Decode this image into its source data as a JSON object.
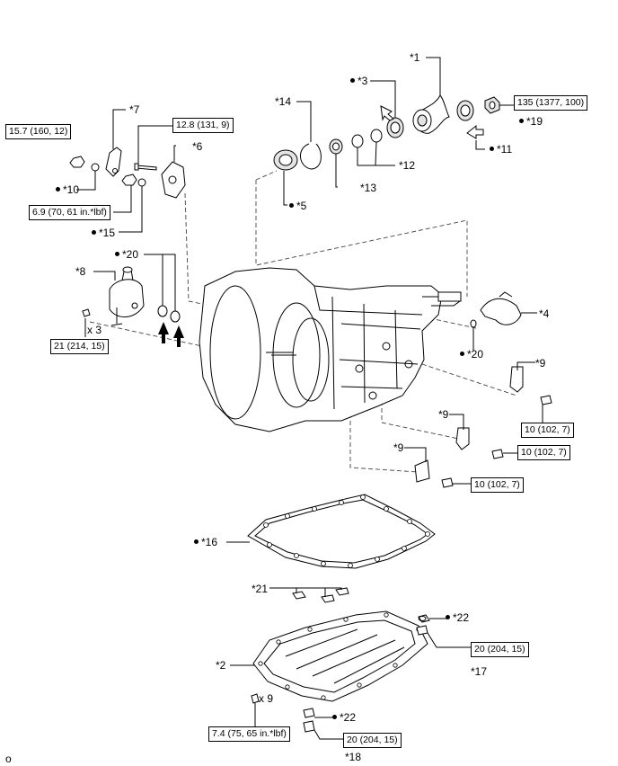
{
  "labels": {
    "l1": "*1",
    "l2": "*2",
    "l3": "*3",
    "l4": "*4",
    "l5": "*5",
    "l6": "*6",
    "l7": "*7",
    "l8": "*8",
    "l9a": "*9",
    "l9b": "*9",
    "l9c": "*9",
    "l10": "*10",
    "l11": "*11",
    "l12": "*12",
    "l13": "*13",
    "l14": "*14",
    "l15": "*15",
    "l16": "*16",
    "l17": "*17",
    "l18": "*18",
    "l19": "*19",
    "l20a": "*20",
    "l20b": "*20",
    "l21": "*21",
    "l22a": "*22",
    "l22b": "*22",
    "x3": "x 3",
    "x9": "x 9",
    "corner": "o"
  },
  "torque": {
    "t135": "135 (1377, 100)",
    "t157": "15.7 (160, 12)",
    "t128": "12.8 (131, 9)",
    "t69": "6.9 (70, 61 in.*lbf)",
    "t21": "21 (214, 15)",
    "t10a": "10 (102, 7)",
    "t10b": "10 (102, 7)",
    "t10c": "10 (102, 7)",
    "t20a": "20 (204, 15)",
    "t20b": "20 (204, 15)",
    "t74": "7.4 (75, 65 in.*lbf)"
  }
}
